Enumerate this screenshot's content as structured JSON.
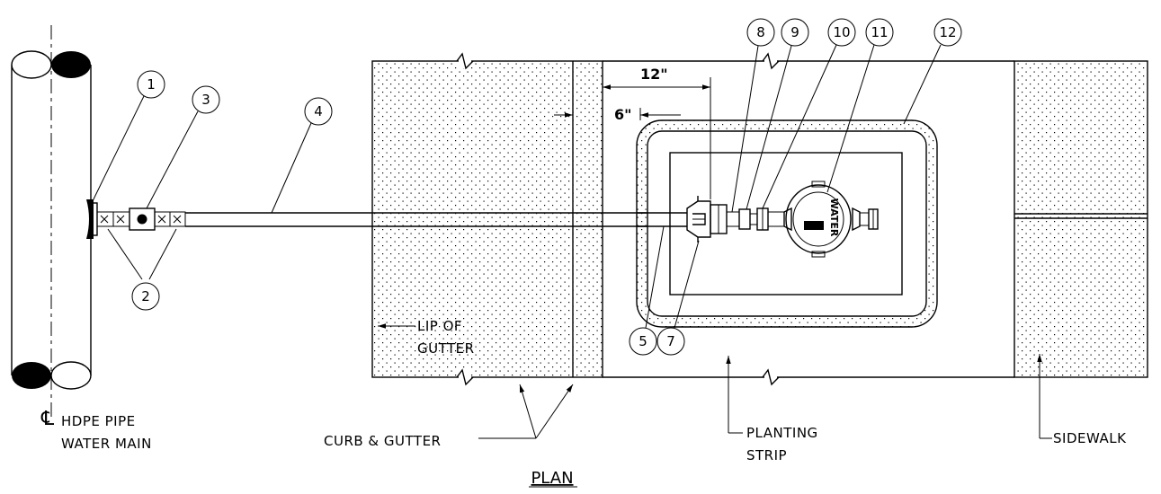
{
  "title": "PLAN",
  "callouts": [
    "1",
    "2",
    "3",
    "4",
    "5",
    "7",
    "8",
    "9",
    "10",
    "11",
    "12"
  ],
  "labels": {
    "main_line1": "HDPE PIPE",
    "main_line2": "WATER MAIN",
    "centerline_symbol": "℄",
    "lip_line1": "LIP OF",
    "lip_line2": "GUTTER",
    "curb": "CURB & GUTTER",
    "planting_line1": "PLANTING",
    "planting_line2": "STRIP",
    "sidewalk": "SIDEWALK",
    "meter_text": "WATER"
  },
  "dimensions": {
    "d12": "12\"",
    "d6": "6\""
  },
  "colors": {
    "line": "#000000",
    "background": "#ffffff"
  }
}
